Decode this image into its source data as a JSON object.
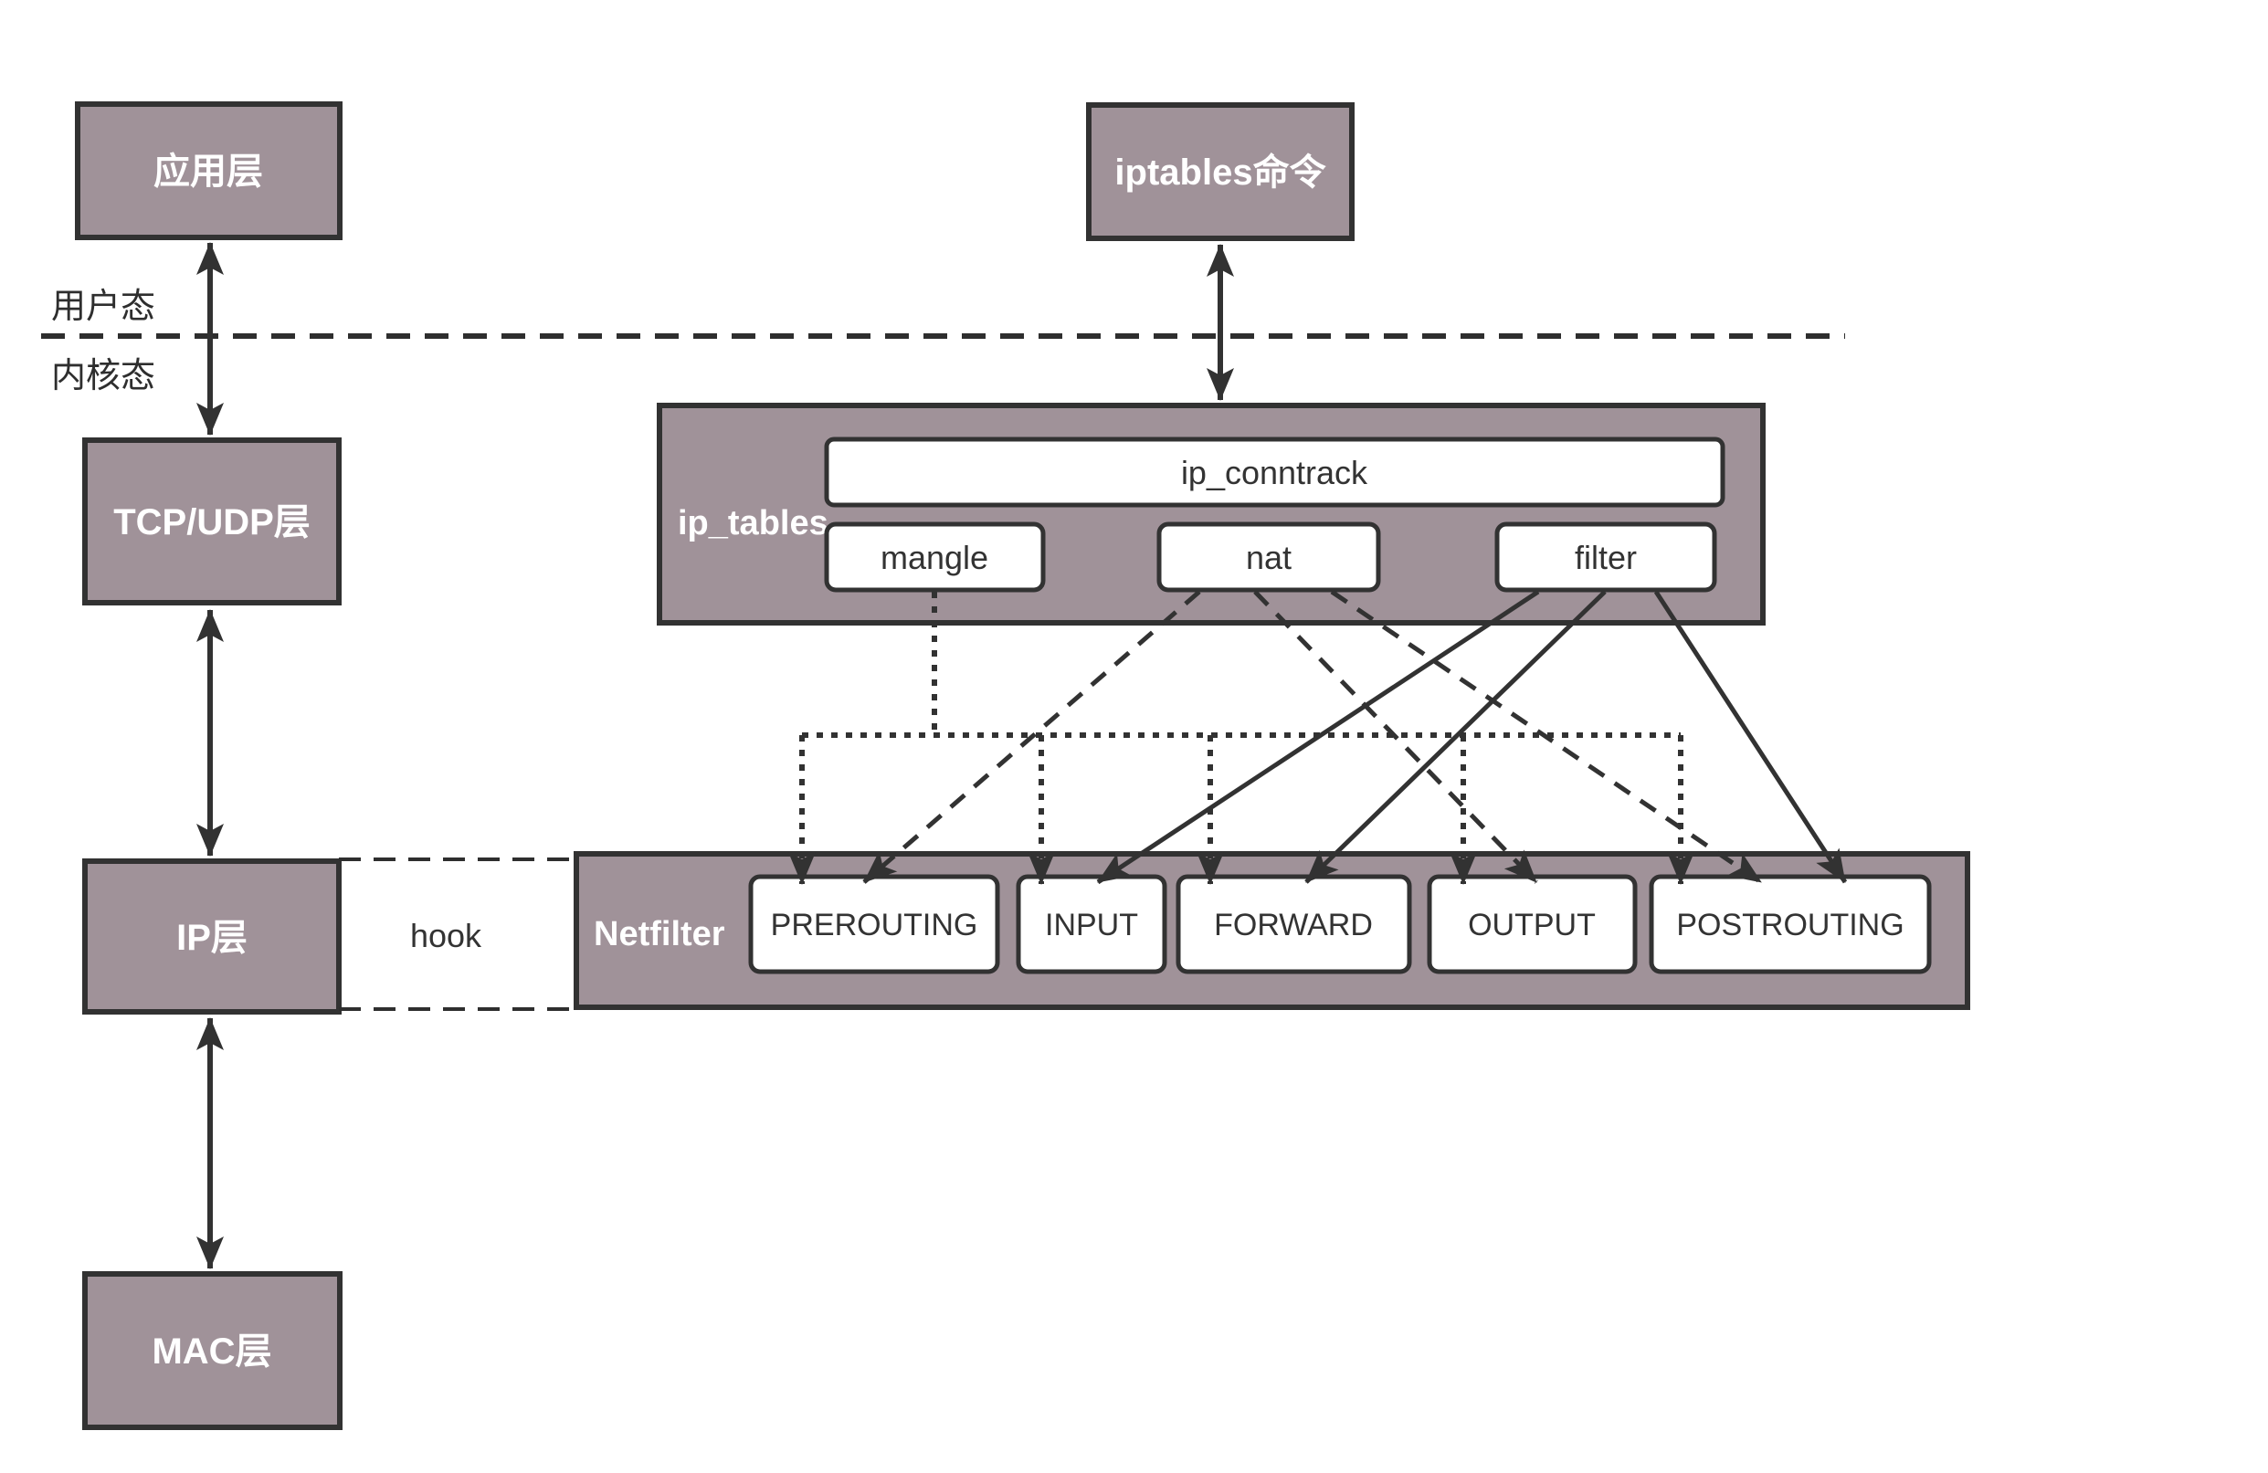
{
  "colors": {
    "box_fill": "#a09299",
    "line": "#323232",
    "box_text": "#ffffff",
    "inner_box_fill": "#ffffff",
    "inner_box_text": "#333333",
    "background": "#ffffff"
  },
  "stack": {
    "app_layer": "应用层",
    "tcp_udp_layer": "TCP/UDP层",
    "ip_layer": "IP层",
    "mac_layer": "MAC层"
  },
  "modes": {
    "user": "用户态",
    "kernel": "内核态"
  },
  "iptables_cmd": "iptables命令",
  "hook_label": "hook",
  "ip_tables": {
    "label": "ip_tables",
    "conntrack": "ip_conntrack",
    "tables": [
      "mangle",
      "nat",
      "filter"
    ]
  },
  "netfilter": {
    "label": "Netfilter",
    "chains": [
      "PREROUTING",
      "INPUT",
      "FORWARD",
      "OUTPUT",
      "POSTROUTING"
    ]
  },
  "connections": {
    "vertical_double_arrows": [
      {
        "from": "应用层",
        "to": "TCP/UDP层",
        "style": "solid"
      },
      {
        "from": "TCP/UDP层",
        "to": "IP层",
        "style": "solid"
      },
      {
        "from": "IP层",
        "to": "MAC层",
        "style": "solid"
      },
      {
        "from": "iptables命令",
        "to": "ip_tables",
        "style": "solid"
      }
    ],
    "tables_to_chains": [
      {
        "from": "mangle",
        "style": "dotted",
        "to": [
          "PREROUTING",
          "INPUT",
          "FORWARD",
          "OUTPUT",
          "POSTROUTING"
        ]
      },
      {
        "from": "nat",
        "style": "dashed",
        "to": [
          "PREROUTING",
          "OUTPUT",
          "POSTROUTING"
        ]
      },
      {
        "from": "filter",
        "style": "solid",
        "to": [
          "INPUT",
          "FORWARD",
          "POSTROUTING"
        ]
      }
    ],
    "hook_link": {
      "from": "IP层",
      "to": "Netfilter",
      "style": "dashed",
      "label": "hook"
    }
  }
}
